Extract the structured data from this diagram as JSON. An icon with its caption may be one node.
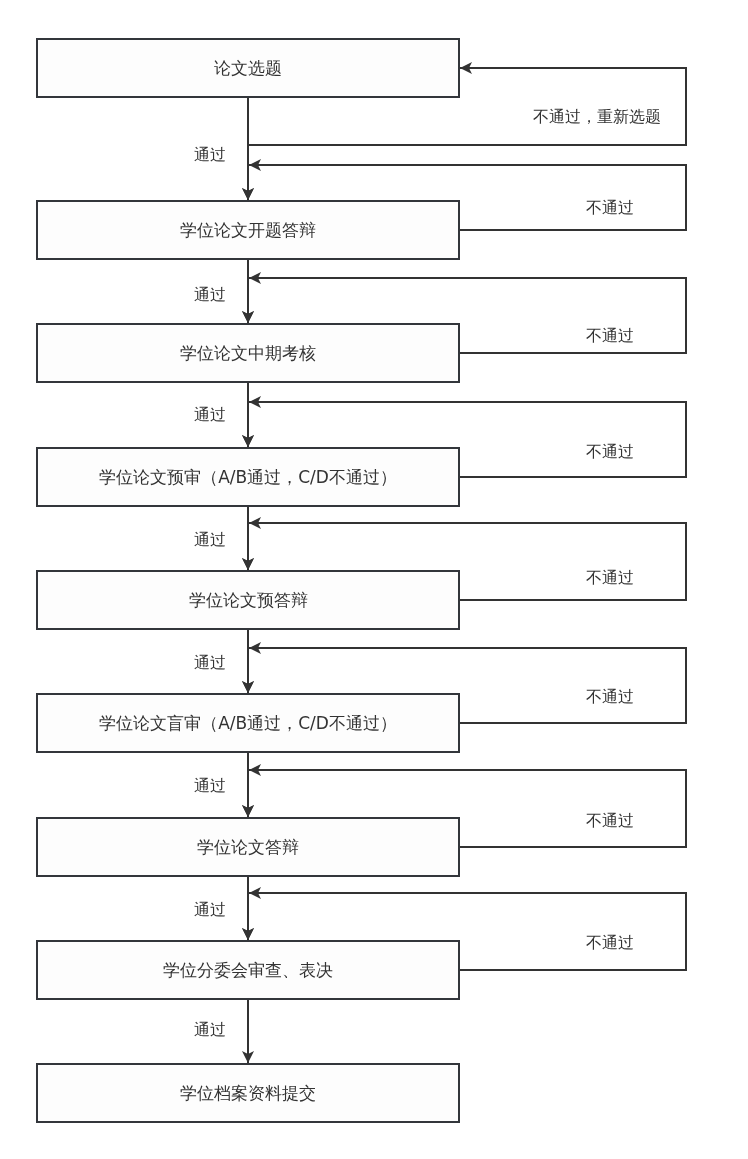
{
  "diagram": {
    "nodes": [
      {
        "text": [
          "论文选题"
        ]
      },
      {
        "text": [
          "学位论文开题答辩"
        ]
      },
      {
        "text": [
          "学位论文中期考核"
        ]
      },
      {
        "text": [
          "学位论文预审（A/B通过，C/D不通过）"
        ]
      },
      {
        "text": [
          "学位论文预答辩"
        ]
      },
      {
        "text": [
          "学位论文盲审（A/B通过，C/D不通过）"
        ]
      },
      {
        "text": [
          "学位论文答辩"
        ]
      },
      {
        "text": [
          "学位分委会审查、表决"
        ]
      },
      {
        "text": [
          "学位档案资料提交"
        ]
      }
    ],
    "edges": [
      {
        "from": 0,
        "to": 1,
        "arrow": "to",
        "label": "通过"
      },
      {
        "from": 1,
        "to": 2,
        "arrow": "to",
        "label": "通过"
      },
      {
        "from": 2,
        "to": 3,
        "arrow": "to",
        "label": "通过"
      },
      {
        "from": 3,
        "to": 4,
        "arrow": "to",
        "label": "通过"
      },
      {
        "from": 4,
        "to": 5,
        "arrow": "to",
        "label": "通过"
      },
      {
        "from": 5,
        "to": 6,
        "arrow": "to",
        "label": "通过"
      },
      {
        "from": 6,
        "to": 7,
        "arrow": "to",
        "label": "通过"
      },
      {
        "from": 7,
        "to": 8,
        "arrow": "to",
        "label": "通过"
      },
      {
        "from": 0,
        "to": 0,
        "arrow": "to",
        "label": "不通过，重新选题"
      },
      {
        "from": 1,
        "to": 1,
        "arrow": "to",
        "label": "不通过"
      },
      {
        "from": 2,
        "to": 2,
        "arrow": "to",
        "label": "不通过"
      },
      {
        "from": 3,
        "to": 3,
        "arrow": "to",
        "label": "不通过"
      },
      {
        "from": 4,
        "to": 4,
        "arrow": "to",
        "label": "不通过"
      },
      {
        "from": 5,
        "to": 5,
        "arrow": "to",
        "label": "不通过"
      },
      {
        "from": 6,
        "to": 6,
        "arrow": "to",
        "label": "不通过"
      },
      {
        "from": 7,
        "to": 7,
        "arrow": "to",
        "label": "不通过"
      }
    ]
  }
}
